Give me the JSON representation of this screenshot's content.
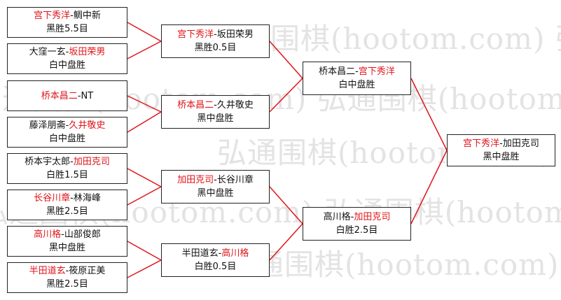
{
  "watermark": "弘通围棋(hootom.com)  弘通围棋(hootom.com)",
  "colors": {
    "winner": "#e0141a",
    "text": "#111111",
    "line": "#e0141a",
    "border": "#222222"
  },
  "rounds": {
    "r1": [
      {
        "p1": "宫下秀洋",
        "p2": "鲷中新",
        "winner": 1,
        "result": "黑胜5.5目"
      },
      {
        "p1": "大窪一玄",
        "p2": "坂田荣男",
        "winner": 2,
        "result": "白中盘胜"
      },
      {
        "p1": "桥本昌二",
        "p2": "NT",
        "winner": 1,
        "result": ""
      },
      {
        "p1": "藤泽朋斋",
        "p2": "久井敬史",
        "winner": 2,
        "result": "白中盘胜"
      },
      {
        "p1": "桥本宇太郎",
        "p2": "加田克司",
        "winner": 2,
        "result": "白胜1.5目"
      },
      {
        "p1": "长谷川章",
        "p2": "林海峰",
        "winner": 1,
        "result": "黑胜2.5目"
      },
      {
        "p1": "高川格",
        "p2": "山部俊郎",
        "winner": 1,
        "result": "黑中盘胜"
      },
      {
        "p1": "半田道玄",
        "p2": "筱原正美",
        "winner": 1,
        "result": "黑胜2.5目"
      }
    ],
    "r2": [
      {
        "p1": "宫下秀洋",
        "p2": "坂田荣男",
        "winner": 1,
        "result": "黑胜0.5目"
      },
      {
        "p1": "桥本昌二",
        "p2": "久井敬史",
        "winner": 1,
        "result": "黑中盘胜"
      },
      {
        "p1": "加田克司",
        "p2": "长谷川章",
        "winner": 1,
        "result": "黑中盘胜"
      },
      {
        "p1": "半田道玄",
        "p2": "高川格",
        "winner": 2,
        "result": "白胜0.5目"
      }
    ],
    "r3": [
      {
        "p1": "桥本昌二",
        "p2": "宫下秀洋",
        "winner": 2,
        "result": "白中盘胜"
      },
      {
        "p1": "高川格",
        "p2": "加田克司",
        "winner": 2,
        "result": "白胜2.5目"
      }
    ],
    "r4": [
      {
        "p1": "宫下秀洋",
        "p2": "加田克司",
        "winner": 1,
        "result": "黑中盘胜"
      }
    ]
  }
}
